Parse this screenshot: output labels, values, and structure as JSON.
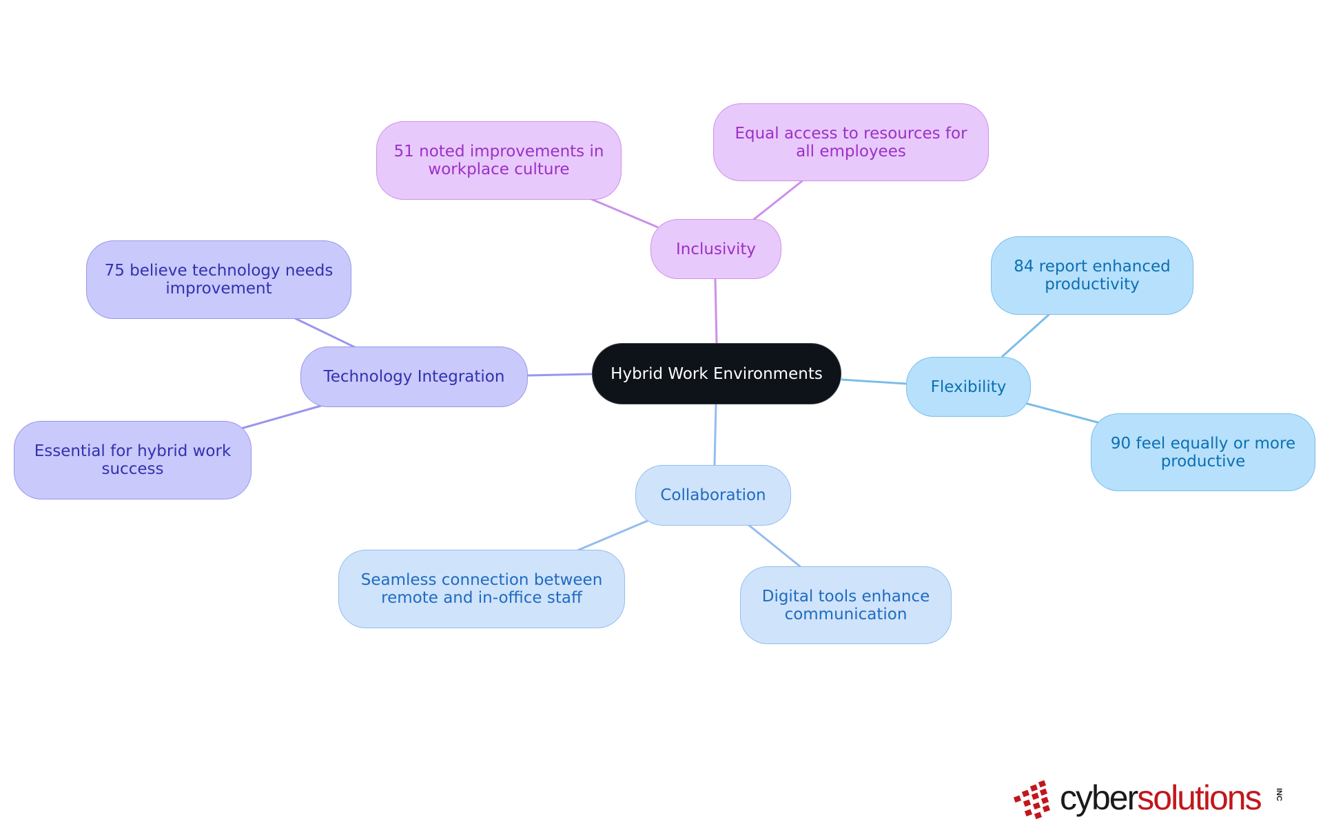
{
  "root": {
    "label": "Hybrid Work Environments"
  },
  "branches": {
    "inclusivity": {
      "label": "Inclusivity",
      "children": [
        [
          "51 noted improvements in",
          "workplace culture"
        ],
        [
          "Equal access to resources for",
          "all employees"
        ]
      ]
    },
    "technology": {
      "label": "Technology Integration",
      "children": [
        [
          "75 believe technology needs",
          "improvement"
        ],
        [
          "Essential for hybrid work",
          "success"
        ]
      ]
    },
    "flexibility": {
      "label": "Flexibility",
      "children": [
        [
          "84 report enhanced",
          "productivity"
        ],
        [
          "90 feel equally or more",
          "productive"
        ]
      ]
    },
    "collaboration": {
      "label": "Collaboration",
      "children": [
        [
          "Seamless connection between",
          "remote and in-office staff"
        ],
        [
          "Digital tools enhance",
          "communication"
        ]
      ]
    }
  },
  "colors": {
    "inclusivity_edge": "#cd8fe9",
    "technology_edge": "#9896ec",
    "flexibility_edge": "#7bbde9",
    "collaboration_edge": "#93bdee"
  },
  "logo": {
    "part1": "cyber",
    "part2": "solutions",
    "suffix": "INC",
    "mark_color": "#c2161c"
  }
}
